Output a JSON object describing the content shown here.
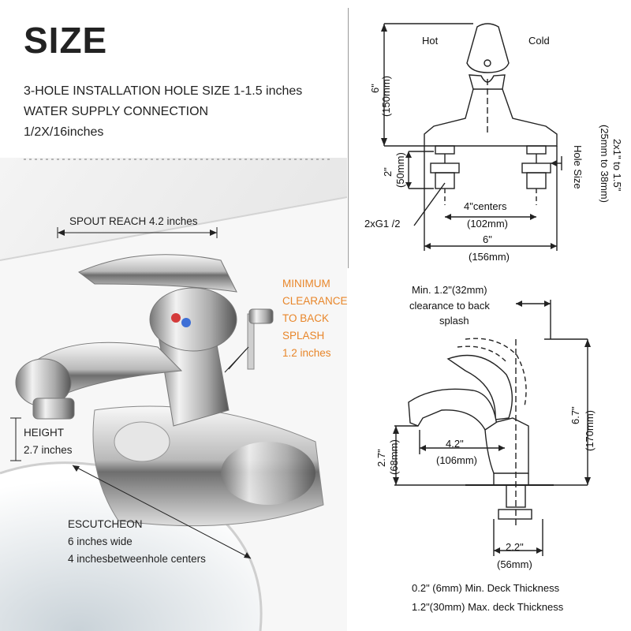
{
  "title": "SIZE",
  "specs": {
    "line1": "3-HOLE INSTALLATION    HOLE SIZE  1-1.5 inches",
    "line2": "WATER SUPPLY CONNECTION",
    "line3": "1/2X/16inches"
  },
  "photo_labels": {
    "spout_reach": "SPOUT REACH 4.2 inches",
    "clearance": [
      "MINIMUM",
      "CLEARANCE",
      "TO BACK",
      "SPLASH",
      "1.2 inches"
    ],
    "height": [
      "HEIGHT",
      "2.7 inches"
    ],
    "escutcheon": [
      "ESCUTCHEON",
      "6 inches wide",
      "4 inchesbetweenhole centers"
    ]
  },
  "top_diagram": {
    "hot": "Hot",
    "cold": "Cold",
    "height_in": "6\"",
    "height_mm": "(150mm)",
    "shank_in": "2\"",
    "shank_mm": "(50mm)",
    "connection": "2xG1 /2",
    "centers_in": "4\"centers",
    "centers_mm": "(102mm)",
    "width_in": "6\"",
    "width_mm": "(156mm)",
    "hole_range": "2x1\" to 1.5\"",
    "hole_range_mm": "(25mm to 38mm)",
    "hole_size": "Hole Size"
  },
  "side_diagram": {
    "clearance_line1": "Min. 1.2\"(32mm)",
    "clearance_line2": "clearance to back",
    "clearance_line3": "splash",
    "height_total_in": "6.7\"",
    "height_total_mm": "(170mm)",
    "reach_in": "4.2\"",
    "reach_mm": "(106mm)",
    "spout_height_in": "2.7\"",
    "spout_height_mm": "(68mm)",
    "base_in": "2.2\"",
    "base_mm": "(56mm)",
    "deck_min": "0.2\" (6mm) Min. Deck Thickness",
    "deck_max": "1.2\"(30mm) Max. deck Thickness"
  }
}
